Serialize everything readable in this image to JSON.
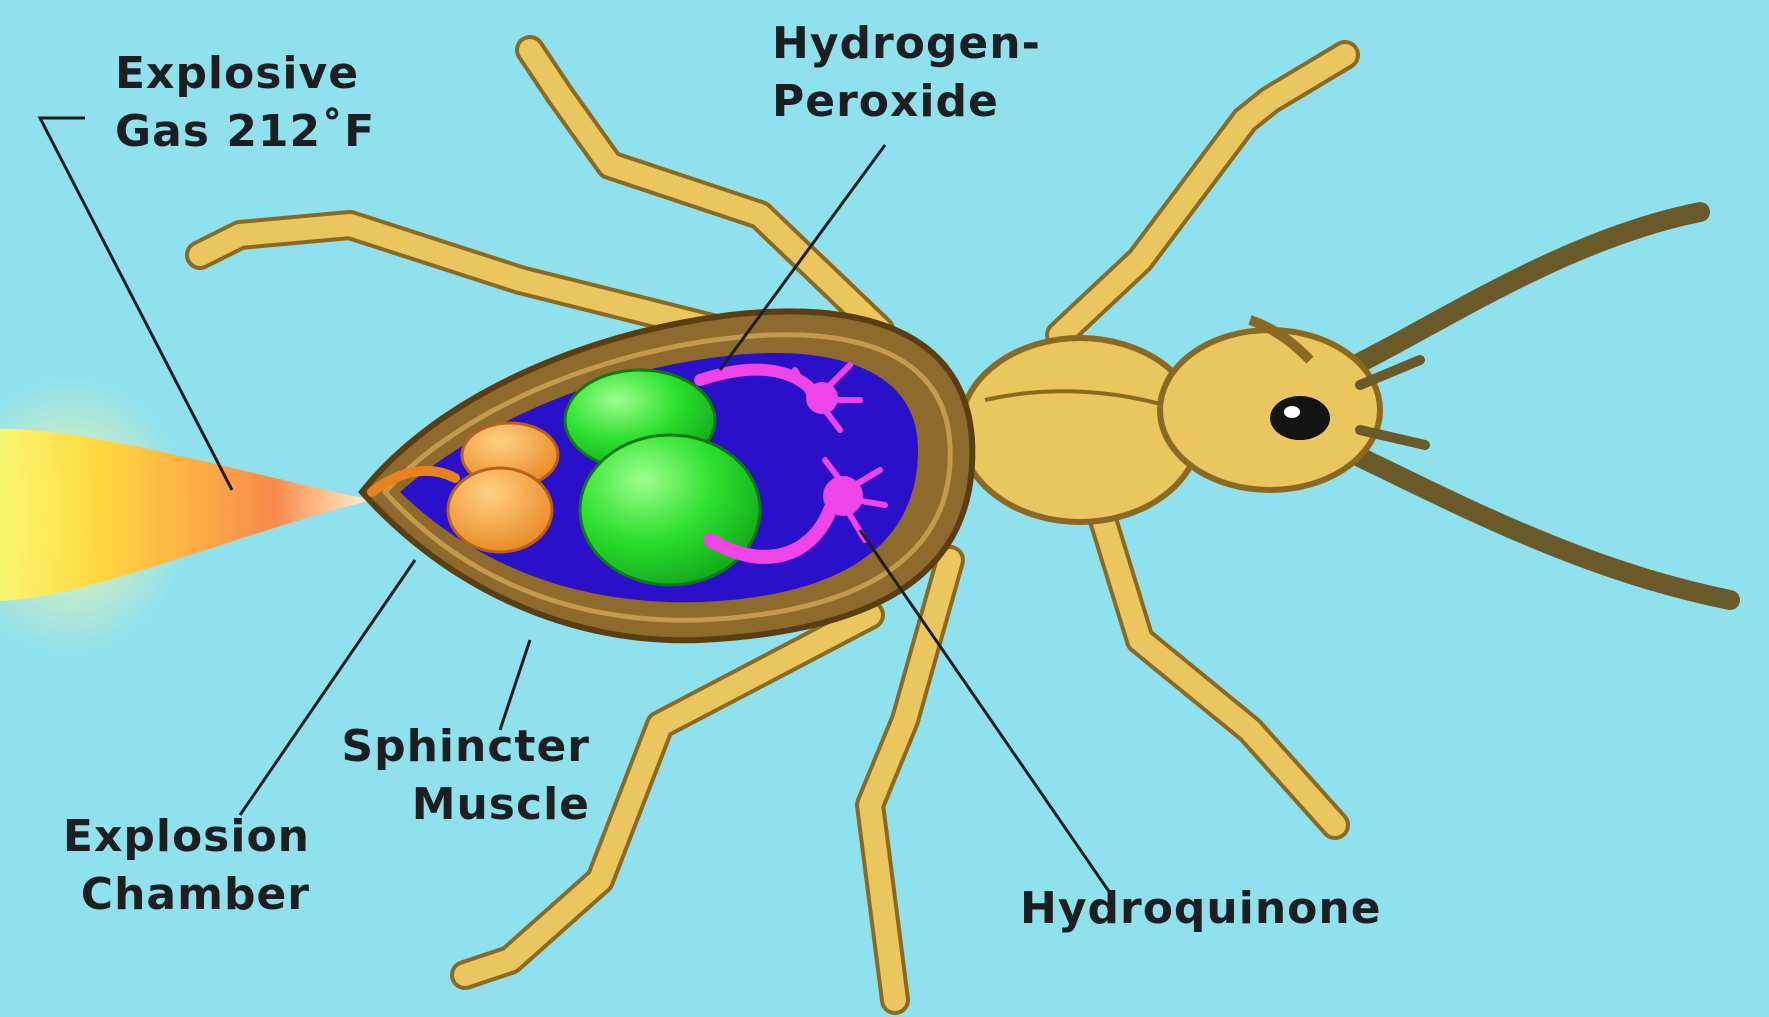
{
  "labels": {
    "explosive_gas": {
      "line1": "Explosive",
      "line2": "Gas 212˚F"
    },
    "hydrogen_peroxide": {
      "line1": "Hydrogen-",
      "line2": "Peroxide"
    },
    "sphincter_muscle": {
      "line1": "Sphincter",
      "line2": "Muscle"
    },
    "explosion_chamber": {
      "line1": "Explosion",
      "line2": "Chamber"
    },
    "hydroquinone": {
      "line1": "Hydroquinone"
    }
  },
  "colors": {
    "background": "#8fe1ee",
    "beetle_body": "#ebc55e",
    "beetle_outline": "#8a6a22",
    "shell": "#8e6a2c",
    "inner_chamber": "#2a10c8",
    "hydroquinone_sacs": "#22dd2a",
    "peroxide_glands": "#ee44e8",
    "explosion_chamber": "#f2a23a",
    "spray": "#ffd840",
    "leader_line": "#1c1e22",
    "label_text": "#1c1e22"
  }
}
